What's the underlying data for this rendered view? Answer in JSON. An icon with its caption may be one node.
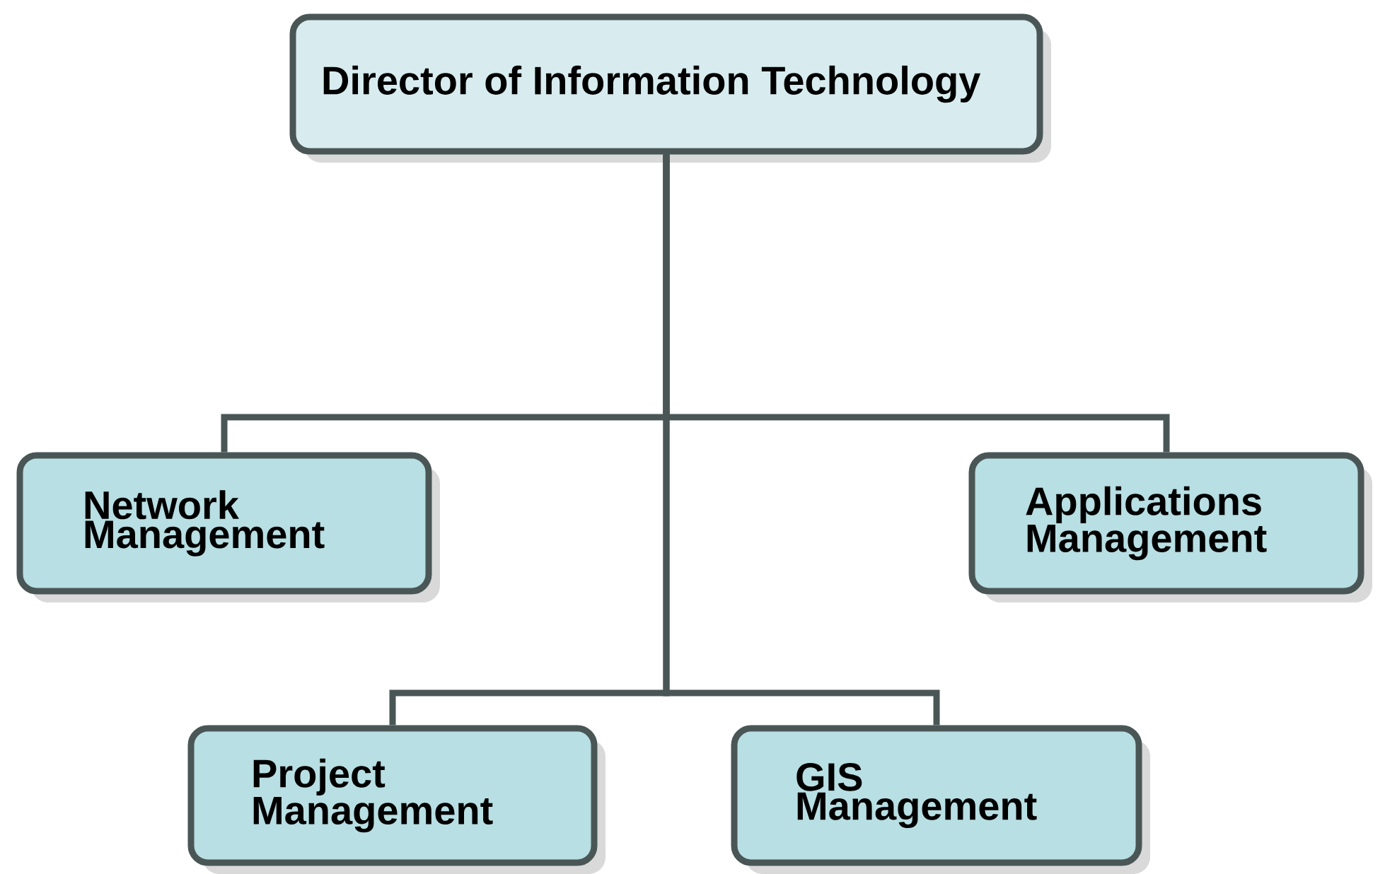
{
  "diagram": {
    "nodes": [
      {
        "text": [
          "Director of Information Technology"
        ]
      },
      {
        "text": [
          "Network Management"
        ]
      },
      {
        "text": [
          "Applications Management"
        ]
      },
      {
        "text": [
          "Project Management"
        ]
      },
      {
        "text": [
          "GIS Management"
        ]
      }
    ],
    "edges": [
      {
        "from": 0,
        "to": 1,
        "arrow": "none"
      },
      {
        "from": 0,
        "to": 2,
        "arrow": "none"
      },
      {
        "from": 0,
        "to": 3,
        "arrow": "none"
      },
      {
        "from": 0,
        "to": 4,
        "arrow": "none"
      }
    ]
  }
}
